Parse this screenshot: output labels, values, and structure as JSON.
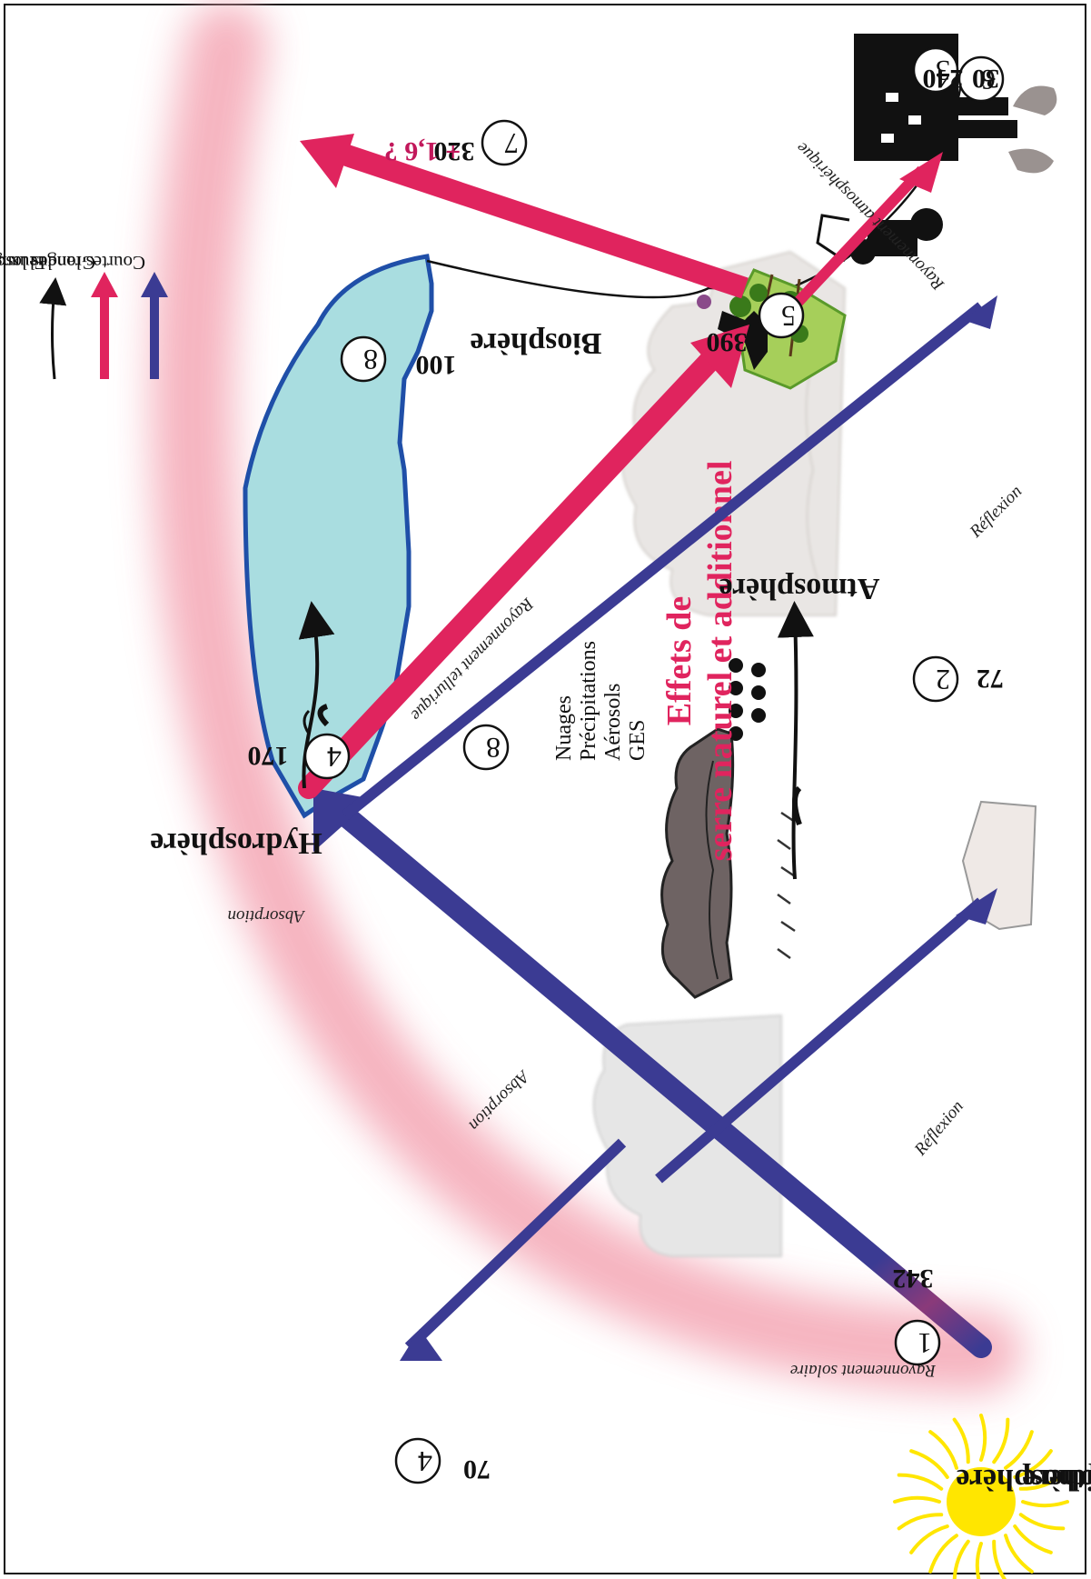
{
  "title": {
    "line1": "Effets de",
    "line2": "serre naturel et additionnel"
  },
  "spheres": {
    "atmosphere": "Atmosphère",
    "hydrosphere": "Hydrosphère",
    "biosphere": "Biosphère",
    "lithosphere": "Lithosphère",
    "cryosphere": "Cryosphère"
  },
  "cloud_factors": [
    "Nuages",
    "Précipitations",
    "Aérosols",
    "GES"
  ],
  "nodes": {
    "n1": "1",
    "n2": "2",
    "n3": "3",
    "n4a": "4",
    "n4b": "4",
    "n5": "5",
    "n6": "6",
    "n7": "7",
    "n8a": "8",
    "n8b": "8"
  },
  "values": {
    "solar": "342",
    "reflect_clouds": "72",
    "reflect_surface": "30",
    "absorb_atm": "70",
    "absorb_surface": "170",
    "telluric": "390",
    "outgoing": "240",
    "back_radiation": "320",
    "additional": "+ 1,6 ?",
    "convective": "100"
  },
  "flux_labels": {
    "solar": "Rayonnement solaire",
    "reflect_clouds": "Réflexion",
    "reflect_surface": "Réflexion",
    "absorb_atm": "Absorption",
    "absorb_surface": "Absorption",
    "telluric": "Rayonnement tellurique",
    "atmospheric": "Rayonnement atmosphérique"
  },
  "legend": [
    {
      "label": "Courtes longueurs d'onde",
      "color": "#3b3b93"
    },
    {
      "label": "Grandes longueurs d'onde (Infra-rouge)",
      "color": "#e0245e"
    },
    {
      "label": "Flux convectifs (chaleur sensible / chaleur latente)",
      "color": "#111111"
    }
  ],
  "colors": {
    "shortwave": "#3b3b93",
    "longwave": "#e0245e",
    "greenhouse_band": "#f4a7b5",
    "water": "#a9dde0",
    "water_edge": "#1f4fa8",
    "vegetation": "#a6cf5a",
    "sun": "#ffe600"
  }
}
